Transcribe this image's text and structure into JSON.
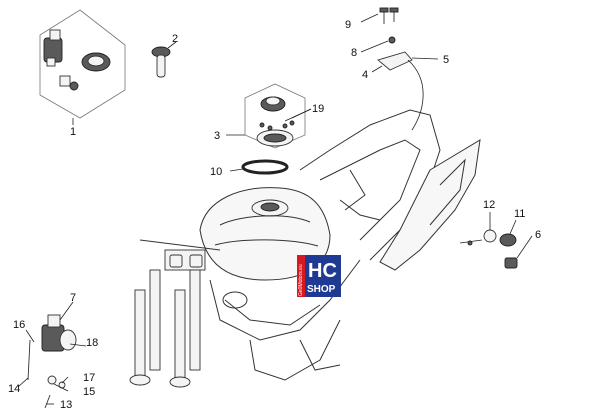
{
  "callouts": [
    "1",
    "2",
    "3",
    "4",
    "5",
    "6",
    "7",
    "8",
    "9",
    "10",
    "11",
    "12",
    "13",
    "14",
    "15",
    "16",
    "17",
    "18",
    "19"
  ],
  "logo": {
    "brand": "HC",
    "shop": "SHOP",
    "side_text": "Ge0Motors.eu"
  },
  "colors": {
    "logo_blue": "#1f3a93",
    "logo_red": "#d71920",
    "line": "#333333"
  }
}
